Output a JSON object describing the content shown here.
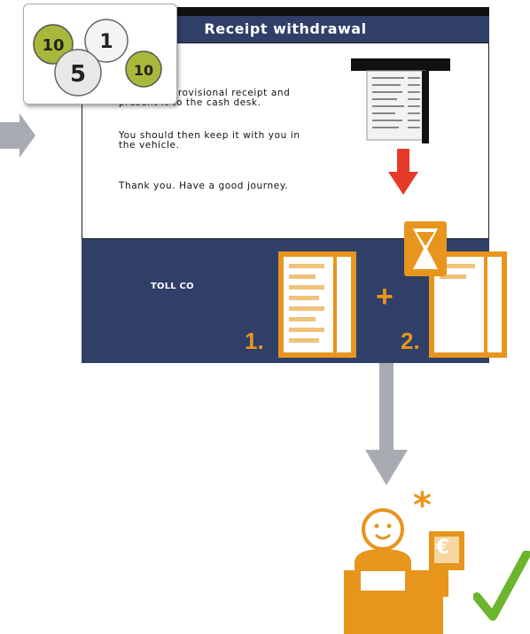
{
  "screen": {
    "title": "Receipt withdrawal",
    "message_line1": "Take your provisional receipt and present it to the cash desk.",
    "message_line2": "You should then keep it with you in the vehicle.",
    "message_line3": "Thank you. Have a good journey.",
    "footer_label": "TOLL CO"
  },
  "coins": [
    "10",
    "1",
    "5",
    "10"
  ],
  "steps": {
    "step1_label": "1.",
    "step2_label": "2.",
    "plus_label": "+"
  },
  "cashier": {
    "sign_label": "€",
    "asterisk": "*"
  },
  "colors": {
    "accent": "#e8951e",
    "header_blue": "#2f3f68",
    "arrow_red": "#e53a2a",
    "check_green": "#6cb52d",
    "coin_green": "#a8b83a",
    "arrow_gray": "#a9abb2"
  }
}
